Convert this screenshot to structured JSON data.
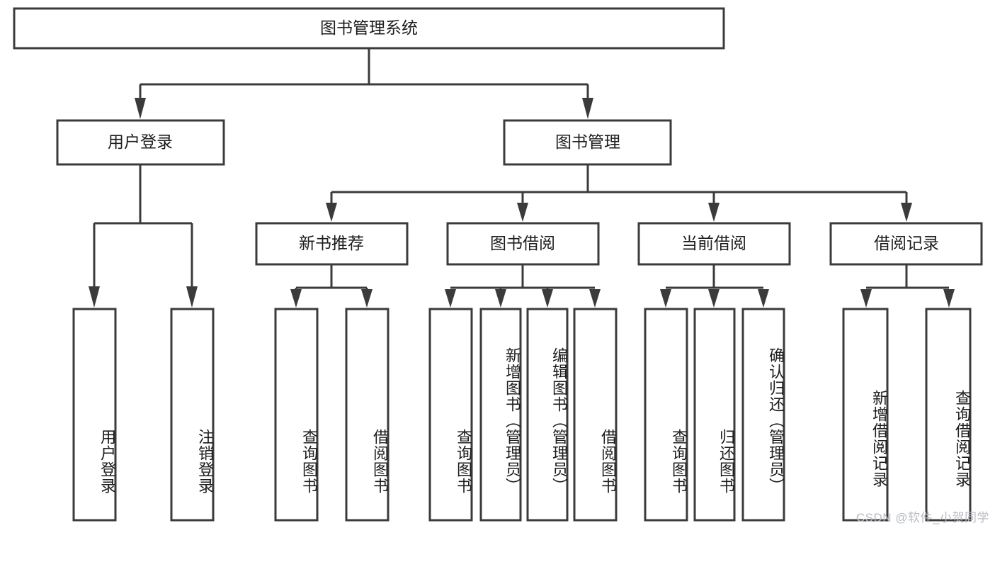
{
  "diagram": {
    "type": "hierarchy-tree",
    "title_node": {
      "id": "root",
      "label": "图书管理系统"
    },
    "level2": [
      {
        "id": "user-login",
        "label": "用户登录"
      },
      {
        "id": "book-manage",
        "label": "图书管理"
      }
    ],
    "level3": [
      {
        "id": "new-book-recommend",
        "label": "新书推荐",
        "parent": "book-manage"
      },
      {
        "id": "book-borrow",
        "label": "图书借阅",
        "parent": "book-manage"
      },
      {
        "id": "current-borrow",
        "label": "当前借阅",
        "parent": "book-manage"
      },
      {
        "id": "borrow-record",
        "label": "借阅记录",
        "parent": "book-manage"
      }
    ],
    "leaves": [
      {
        "id": "leaf-user-login",
        "label": "用户登录",
        "parent": "user-login"
      },
      {
        "id": "leaf-logout",
        "label": "注销登录",
        "parent": "user-login"
      },
      {
        "id": "leaf-query-book-1",
        "label": "查询图书",
        "parent": "new-book-recommend"
      },
      {
        "id": "leaf-borrow-book-1",
        "label": "借阅图书",
        "parent": "new-book-recommend"
      },
      {
        "id": "leaf-query-book-2",
        "label": "查询图书",
        "parent": "book-borrow"
      },
      {
        "id": "leaf-add-book",
        "label": "新增图书（管理员）",
        "parent": "book-borrow"
      },
      {
        "id": "leaf-edit-book",
        "label": "编辑图书（管理员）",
        "parent": "book-borrow"
      },
      {
        "id": "leaf-borrow-book-2",
        "label": "借阅图书",
        "parent": "book-borrow"
      },
      {
        "id": "leaf-query-book-3",
        "label": "查询图书",
        "parent": "current-borrow"
      },
      {
        "id": "leaf-return-book",
        "label": "归还图书",
        "parent": "current-borrow"
      },
      {
        "id": "leaf-confirm-return",
        "label": "确认归还（管理员）",
        "parent": "current-borrow"
      },
      {
        "id": "leaf-add-record",
        "label": "新增借阅记录",
        "parent": "borrow-record"
      },
      {
        "id": "leaf-query-record",
        "label": "查询借阅记录",
        "parent": "borrow-record"
      }
    ],
    "watermark": "CSDN @软件_小贺同学",
    "colors": {
      "stroke": "#3b3b3b",
      "fill": "#ffffff",
      "text": "#1d1d1d",
      "watermark": "#b9bcc2",
      "background": "#ffffff"
    }
  }
}
